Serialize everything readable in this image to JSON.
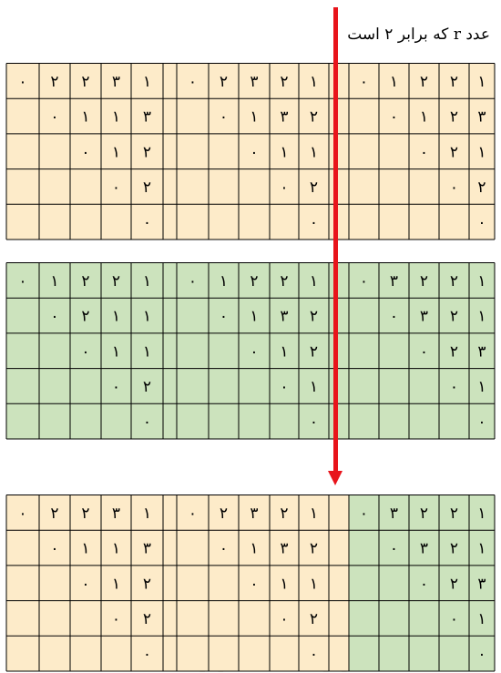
{
  "caption": {
    "text": "عدد r که برابر ۲ است"
  },
  "colors": {
    "cream": "#fdebc9",
    "green": "#cce3bd",
    "grid": "#000000",
    "arrow": "#e8141b"
  },
  "tables": [
    {
      "id": "table-top",
      "blocks": [
        {
          "color": "cream",
          "rows": [
            [
              "۰",
              "۲",
              "۲",
              "۳",
              "۱"
            ],
            [
              "",
              "۰",
              "۱",
              "۱",
              "۳"
            ],
            [
              "",
              "",
              "۰",
              "۱",
              "۲"
            ],
            [
              "",
              "",
              "",
              "۰",
              "۲"
            ],
            [
              "",
              "",
              "",
              "",
              "۰"
            ]
          ]
        },
        {
          "color": "cream",
          "rows": [
            [
              "۰",
              "۲",
              "۳",
              "۲",
              "۱"
            ],
            [
              "",
              "۰",
              "۱",
              "۳",
              "۲"
            ],
            [
              "",
              "",
              "۰",
              "۱",
              "۱"
            ],
            [
              "",
              "",
              "",
              "۰",
              "۲"
            ],
            [
              "",
              "",
              "",
              "",
              "۰"
            ]
          ]
        },
        {
          "color": "cream",
          "rows": [
            [
              "۰",
              "۱",
              "۲",
              "۲",
              "۱"
            ],
            [
              "",
              "۰",
              "۱",
              "۲",
              "۳"
            ],
            [
              "",
              "",
              "۰",
              "۲",
              "۱"
            ],
            [
              "",
              "",
              "",
              "۰",
              "۲"
            ],
            [
              "",
              "",
              "",
              "",
              "۰"
            ]
          ]
        }
      ]
    },
    {
      "id": "table-middle",
      "blocks": [
        {
          "color": "green",
          "rows": [
            [
              "۰",
              "۱",
              "۲",
              "۲",
              "۱"
            ],
            [
              "",
              "۰",
              "۲",
              "۱",
              "۱"
            ],
            [
              "",
              "",
              "۰",
              "۱",
              "۱"
            ],
            [
              "",
              "",
              "",
              "۰",
              "۲"
            ],
            [
              "",
              "",
              "",
              "",
              "۰"
            ]
          ]
        },
        {
          "color": "green",
          "rows": [
            [
              "۰",
              "۱",
              "۲",
              "۲",
              "۱"
            ],
            [
              "",
              "۰",
              "۱",
              "۳",
              "۲"
            ],
            [
              "",
              "",
              "۰",
              "۱",
              "۲"
            ],
            [
              "",
              "",
              "",
              "۰",
              "۱"
            ],
            [
              "",
              "",
              "",
              "",
              "۰"
            ]
          ]
        },
        {
          "color": "green",
          "rows": [
            [
              "۰",
              "۳",
              "۲",
              "۲",
              "۱"
            ],
            [
              "",
              "۰",
              "۳",
              "۲",
              "۱"
            ],
            [
              "",
              "",
              "۰",
              "۲",
              "۳"
            ],
            [
              "",
              "",
              "",
              "۰",
              "۱"
            ],
            [
              "",
              "",
              "",
              "",
              "۰"
            ]
          ]
        }
      ]
    },
    {
      "id": "table-bottom",
      "blocks": [
        {
          "color": "cream",
          "rows": [
            [
              "۰",
              "۲",
              "۲",
              "۳",
              "۱"
            ],
            [
              "",
              "۰",
              "۱",
              "۱",
              "۳"
            ],
            [
              "",
              "",
              "۰",
              "۱",
              "۲"
            ],
            [
              "",
              "",
              "",
              "۰",
              "۲"
            ],
            [
              "",
              "",
              "",
              "",
              "۰"
            ]
          ]
        },
        {
          "color": "cream",
          "rows": [
            [
              "۰",
              "۲",
              "۳",
              "۲",
              "۱"
            ],
            [
              "",
              "۰",
              "۱",
              "۳",
              "۲"
            ],
            [
              "",
              "",
              "۰",
              "۱",
              "۱"
            ],
            [
              "",
              "",
              "",
              "۰",
              "۲"
            ],
            [
              "",
              "",
              "",
              "",
              "۰"
            ]
          ]
        },
        {
          "color": "green",
          "rows": [
            [
              "۰",
              "۳",
              "۲",
              "۲",
              "۱"
            ],
            [
              "",
              "۰",
              "۳",
              "۲",
              "۱"
            ],
            [
              "",
              "",
              "۰",
              "۲",
              "۳"
            ],
            [
              "",
              "",
              "",
              "۰",
              "۱"
            ],
            [
              "",
              "",
              "",
              "",
              "۰"
            ]
          ]
        }
      ]
    }
  ]
}
